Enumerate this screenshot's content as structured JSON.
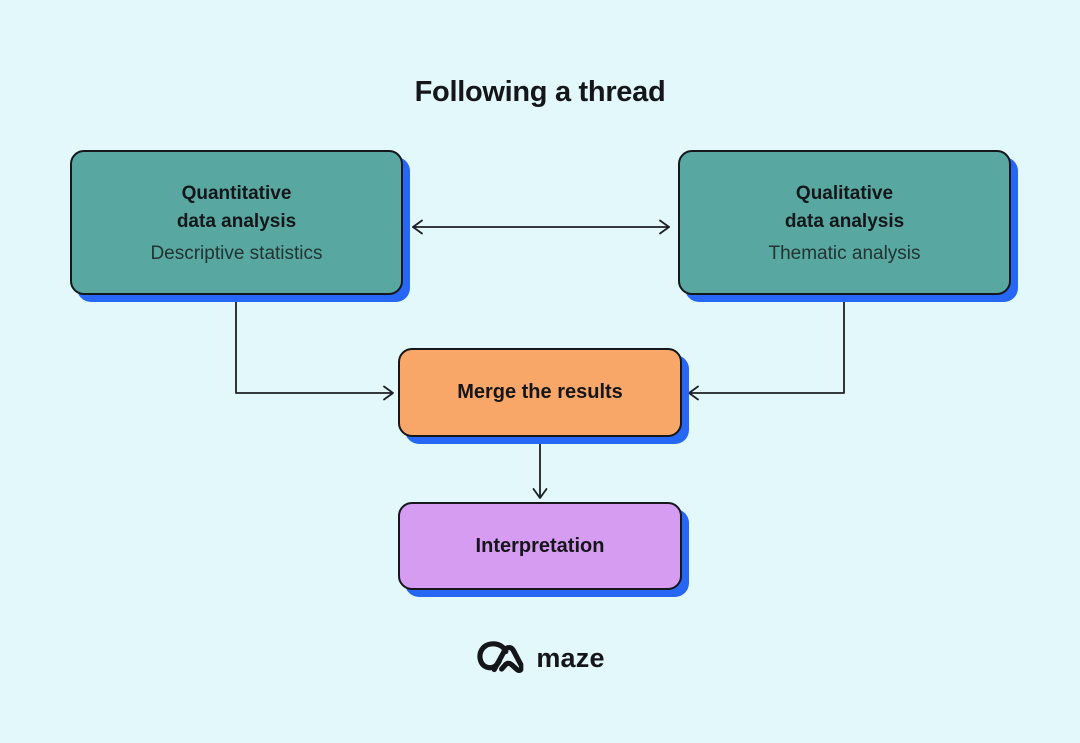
{
  "page": {
    "title": "Following a thread"
  },
  "colors": {
    "background": "#E2F8FA",
    "teal": "#58A8A1",
    "orange": "#F8A768",
    "purple": "#D59CF1",
    "shadow-blue": "#2667F5",
    "outline": "#15171B",
    "text": "#15161A",
    "subtitle-text": "#223331",
    "line": "#1E1F23"
  },
  "boxes": {
    "quantitative": {
      "title": "Quantitative\ndata analysis",
      "subtitle": "Descriptive statistics"
    },
    "qualitative": {
      "title": "Qualitative\ndata analysis",
      "subtitle": "Thematic analysis"
    },
    "merge": {
      "label": "Merge the results"
    },
    "interpretation": {
      "label": "Interpretation"
    }
  },
  "footer": {
    "brand": "maze",
    "logo": "maze-loop-icon"
  }
}
